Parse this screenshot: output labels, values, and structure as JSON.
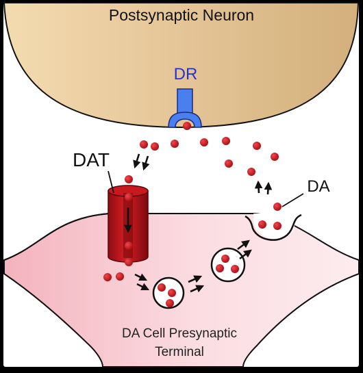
{
  "labels": {
    "postsynaptic": "Postsynaptic Neuron",
    "receptor": "DR",
    "transporter": "DAT",
    "dopamine": "DA",
    "presynaptic_line1": "DA Cell Presynaptic",
    "presynaptic_line2": "Terminal"
  },
  "colors": {
    "background": "#ffffff",
    "frame": "#000000",
    "postsynaptic_light": "#f6e3bf",
    "postsynaptic_dark": "#d9b887",
    "presynaptic_light": "#fde9ec",
    "presynaptic_dark": "#f5b8c1",
    "receptor": "#4a7ff0",
    "receptor_text": "#2233dd",
    "transporter": "#b3151b",
    "dopamine": "#c8141c"
  }
}
